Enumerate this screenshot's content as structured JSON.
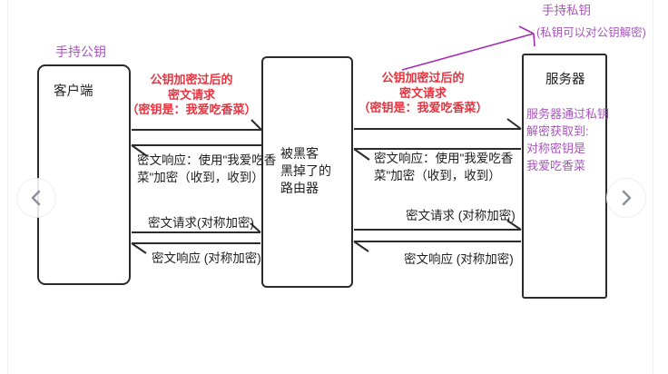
{
  "colors": {
    "background": "#ffffff",
    "box_border": "#2b2b2b",
    "red_label": "#e8333f",
    "purple_label": "#a855bd",
    "purple_arrow": "#a62ab4",
    "chevron_gray": "#8b919e"
  },
  "diagram": {
    "client": {
      "title": "客户端",
      "key_note": "手持公钥"
    },
    "router": {
      "line1": "被黑客",
      "line2": "黑掉了的",
      "line3": "路由器"
    },
    "server": {
      "title": "服务器",
      "key_note": "手持私钥",
      "key_note_detail": "(私钥可以对公钥解密)",
      "decrypt_note": [
        "服务器通过私钥",
        "解密获取到:",
        "对称密钥是",
        "我爱吃香菜"
      ]
    },
    "flows": {
      "client_router": {
        "request_encrypted": [
          "公钥加密过后的",
          "密文请求",
          "（密钥是：我爱吃香菜）"
        ],
        "response_encrypted": [
          "密文响应：使用\"我爱吃香",
          "菜\"加密（收到，收到）"
        ],
        "request_symmetric": "密文请求(对称加密)",
        "response_symmetric": "密文响应 (对称加密)"
      },
      "router_server": {
        "request_encrypted": [
          "公钥加密过后的",
          "密文请求",
          "（密钥是：我爱吃香菜）"
        ],
        "response_encrypted": [
          "密文响应：使用\"我爱吃香",
          "菜\"加密（收到，收到）"
        ],
        "request_symmetric": "密文请求 (对称加密)",
        "response_symmetric": "密文响应 (对称加密)"
      }
    }
  },
  "nav": {
    "prev_icon": "chevron-left",
    "next_icon": "chevron-right"
  }
}
